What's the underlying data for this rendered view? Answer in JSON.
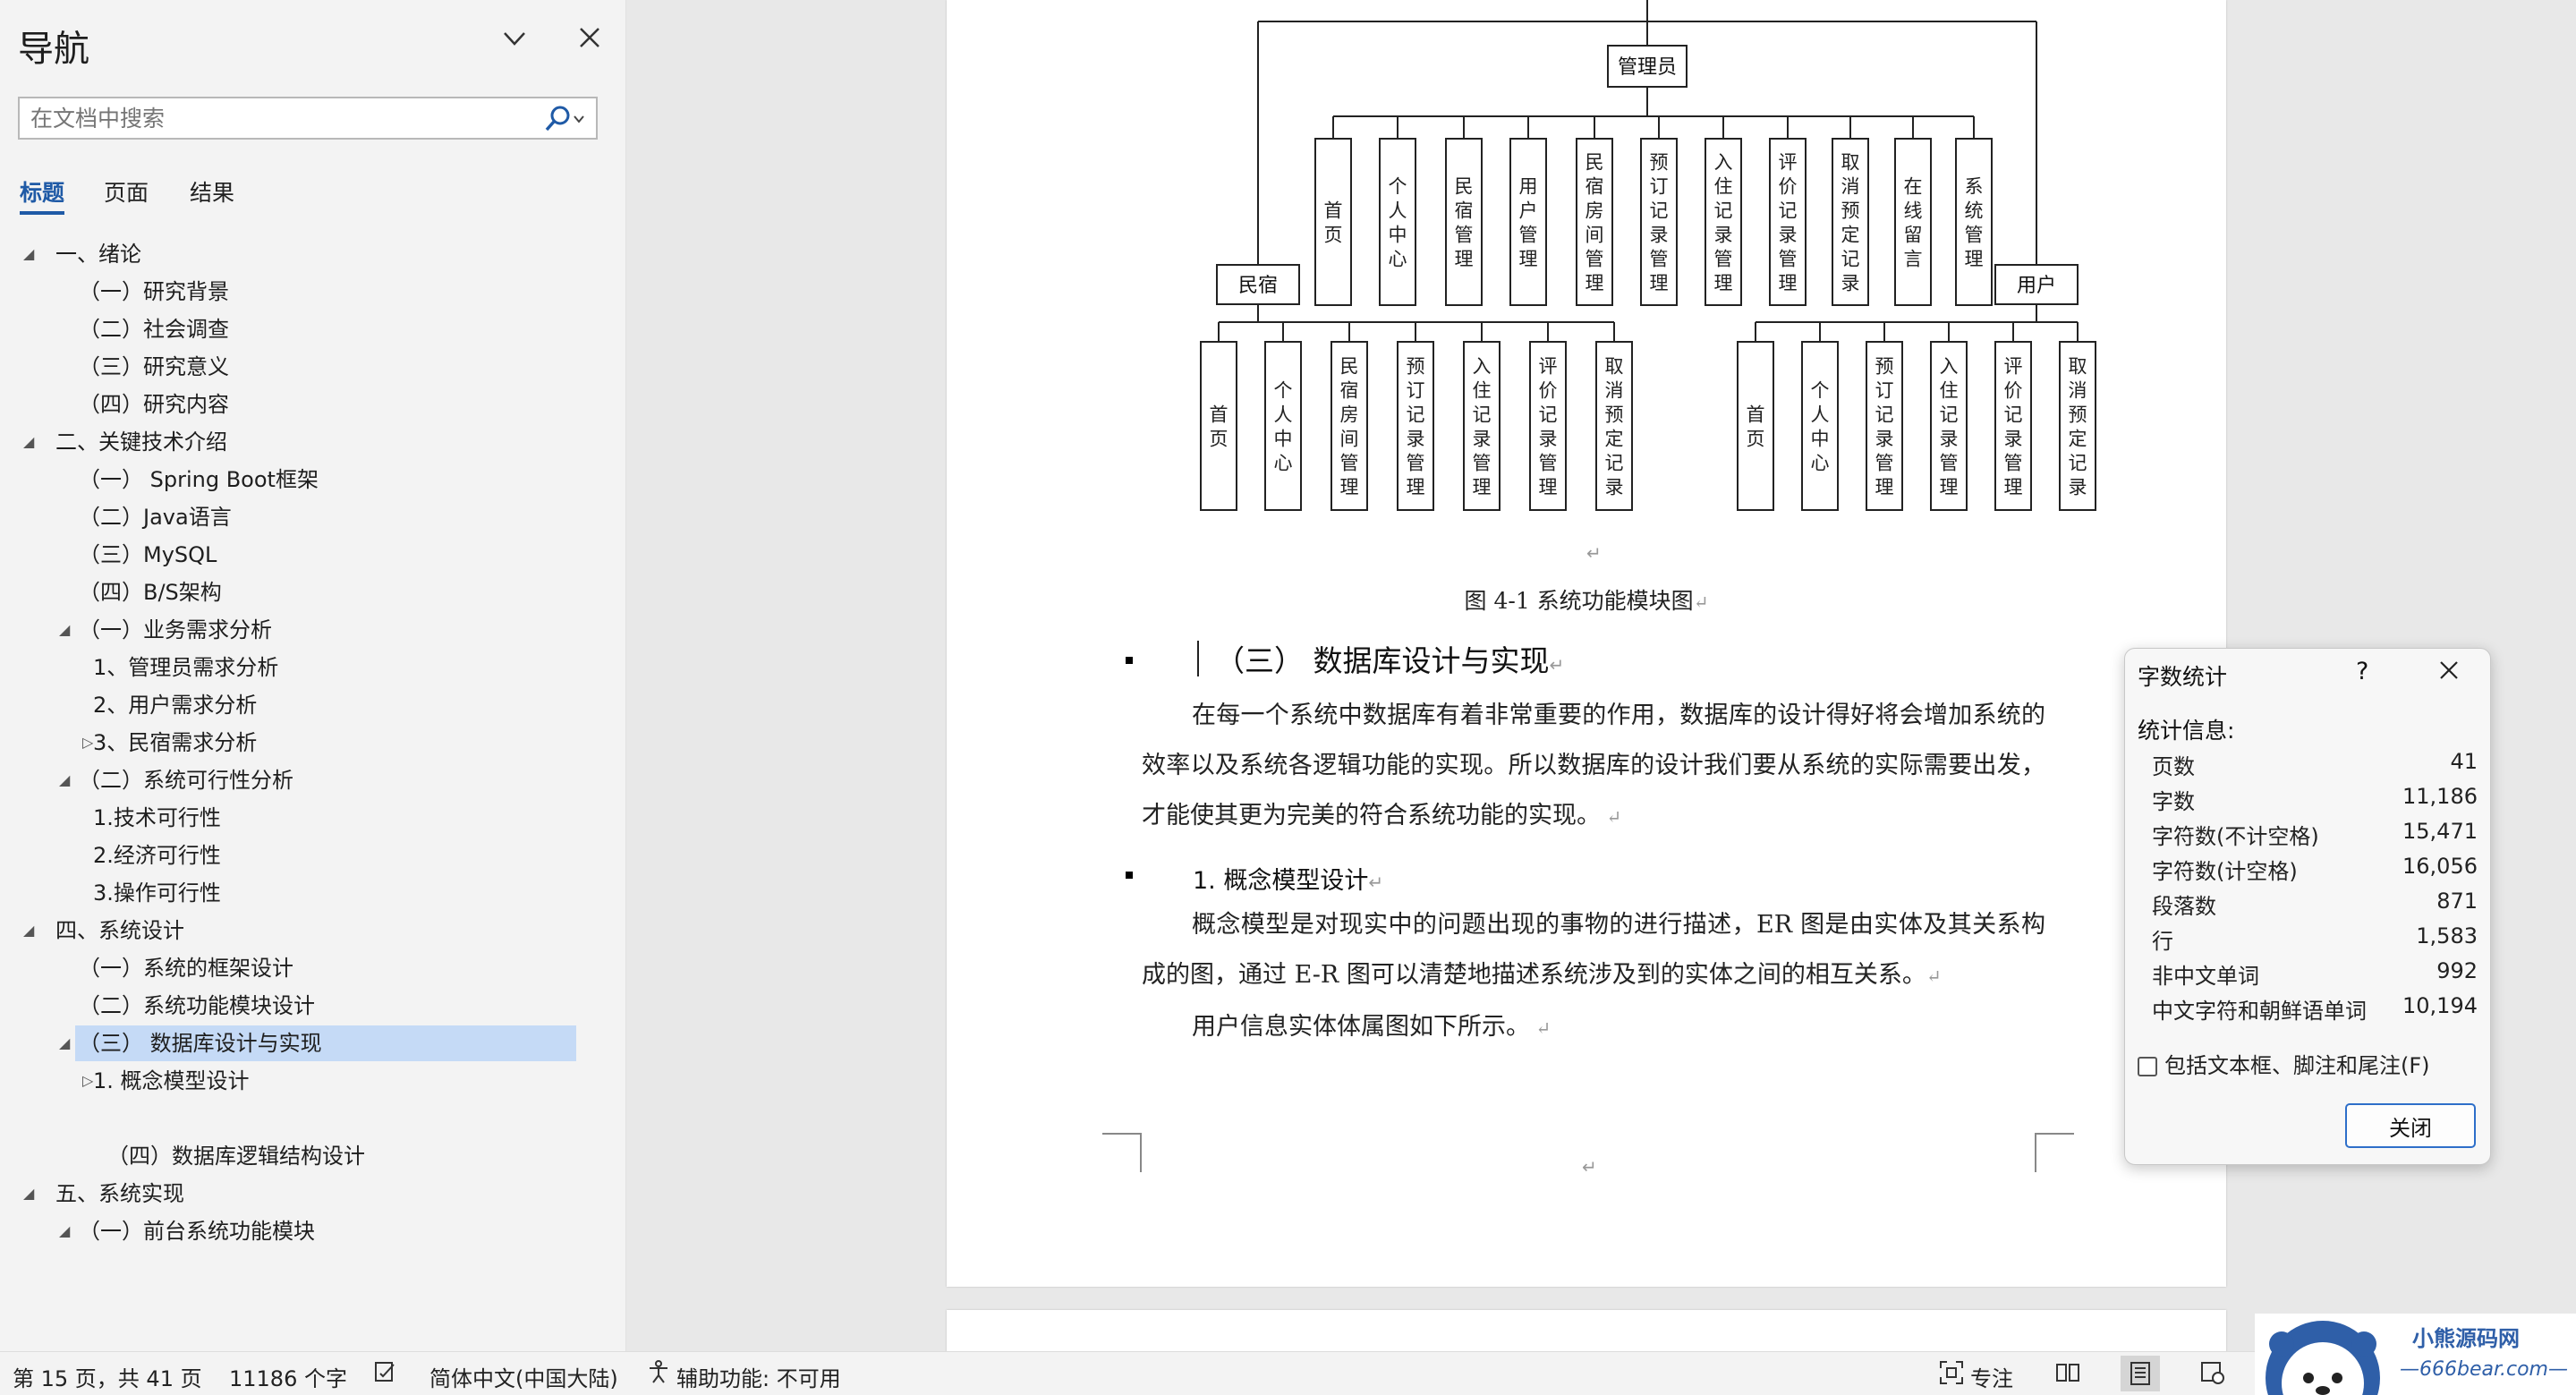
{
  "nav": {
    "title": "导航",
    "search_placeholder": "在文档中搜索",
    "tabs": [
      "标题",
      "页面",
      "结果"
    ],
    "tree": [
      {
        "label": "一、绪论",
        "level": 0,
        "arrow": "expanded"
      },
      {
        "label": "（一）研究背景",
        "level": 1,
        "arrow": "none"
      },
      {
        "label": "（二）社会调查",
        "level": 1,
        "arrow": "none"
      },
      {
        "label": "（三）研究意义",
        "level": 1,
        "arrow": "none"
      },
      {
        "label": "（四）研究内容",
        "level": 1,
        "arrow": "none"
      },
      {
        "label": "二、关键技术介绍",
        "level": 0,
        "arrow": "expanded"
      },
      {
        "label": "（一） Spring Boot框架",
        "level": 1,
        "arrow": "none"
      },
      {
        "label": "（二）Java语言",
        "level": 1,
        "arrow": "none"
      },
      {
        "label": "（三）MySQL",
        "level": 1,
        "arrow": "none"
      },
      {
        "label": "（四）B/S架构",
        "level": 1,
        "arrow": "none"
      },
      {
        "label": "（一）业务需求分析",
        "level": 1,
        "arrow": "expanded"
      },
      {
        "label": "1、管理员需求分析",
        "level": 2,
        "arrow": "none"
      },
      {
        "label": "2、用户需求分析",
        "level": 2,
        "arrow": "none"
      },
      {
        "label": "3、民宿需求分析",
        "level": 2,
        "arrow": "collapsed"
      },
      {
        "label": "（二）系统可行性分析",
        "level": 1,
        "arrow": "expanded"
      },
      {
        "label": "1.技术可行性",
        "level": 2,
        "arrow": "none"
      },
      {
        "label": "2.经济可行性",
        "level": 2,
        "arrow": "none"
      },
      {
        "label": "3.操作可行性",
        "level": 2,
        "arrow": "none"
      },
      {
        "label": "四、系统设计",
        "level": 0,
        "arrow": "expanded"
      },
      {
        "label": "（一）系统的框架设计",
        "level": 1,
        "arrow": "none"
      },
      {
        "label": "（二）系统功能模块设计",
        "level": 1,
        "arrow": "none"
      },
      {
        "label": "（三） 数据库设计与实现",
        "level": 1,
        "arrow": "expanded",
        "selected": true
      },
      {
        "label": "1. 概念模型设计",
        "level": 2,
        "arrow": "collapsed"
      },
      {
        "label": "",
        "level": 2,
        "arrow": "none"
      },
      {
        "label": "（四）数据库逻辑结构设计",
        "level": 3,
        "arrow": "none"
      },
      {
        "label": "五、系统实现",
        "level": 0,
        "arrow": "expanded"
      },
      {
        "label": "（一）前台系统功能模块",
        "level": 1,
        "arrow": "expanded"
      }
    ]
  },
  "diagram": {
    "root": "管理员",
    "left_group": "民宿",
    "right_group": "用户",
    "admin_modules": [
      "首页",
      "个人中心",
      "民宿管理",
      "用户管理",
      "民宿房间管理",
      "预订记录管理",
      "入住记录管理",
      "评价记录管理",
      "取消预定记录",
      "在线留言",
      "系统管理"
    ],
    "left_modules": [
      "首页",
      "个人中心",
      "民宿房间管理",
      "预订记录管理",
      "入住记录管理",
      "评价记录管理",
      "取消预定记录"
    ],
    "right_modules": [
      "首页",
      "个人中心",
      "预订记录管理",
      "入住记录管理",
      "评价记录管理",
      "取消预定记录"
    ]
  },
  "doc": {
    "caption": "图 4-1 系统功能模块图",
    "section": "（三） 数据库设计与实现",
    "para1": "在每一个系统中数据库有着非常重要的作用，数据库的设计得好将会增加系统的效率以及系统各逻辑功能的实现。所以数据库的设计我们要从系统的实际需要出发，才能使其更为完美的符合系统功能的实现。",
    "sub": "1. 概念模型设计",
    "para2": "概念模型是对现实中的问题出现的事物的进行描述，ER 图是由实体及其关系构成的图，通过 E-R 图可以清楚地描述系统涉及到的实体之间的相互关系。",
    "para3": "用户信息实体体属图如下所示。"
  },
  "status": {
    "page": "第 15 页，共 41 页",
    "words": "11186 个字",
    "lang": "简体中文(中国大陆)",
    "access": "辅助功能: 不可用",
    "focus": "专注"
  },
  "dialog": {
    "title": "字数统计",
    "help": "?",
    "subtitle": "统计信息:",
    "stats": [
      {
        "label": "页数",
        "value": "41"
      },
      {
        "label": "字数",
        "value": "11,186"
      },
      {
        "label": "字符数(不计空格)",
        "value": "15,471"
      },
      {
        "label": "字符数(计空格)",
        "value": "16,056"
      },
      {
        "label": "段落数",
        "value": "871"
      },
      {
        "label": "行",
        "value": "1,583"
      },
      {
        "label": "非中文单词",
        "value": "992"
      },
      {
        "label": "中文字符和朝鲜语单词",
        "value": "10,194"
      }
    ],
    "checkbox": "包括文本框、脚注和尾注(F)",
    "close": "关闭"
  },
  "watermark": {
    "line1": "小熊源码网",
    "line2": "—666bear.com—"
  }
}
